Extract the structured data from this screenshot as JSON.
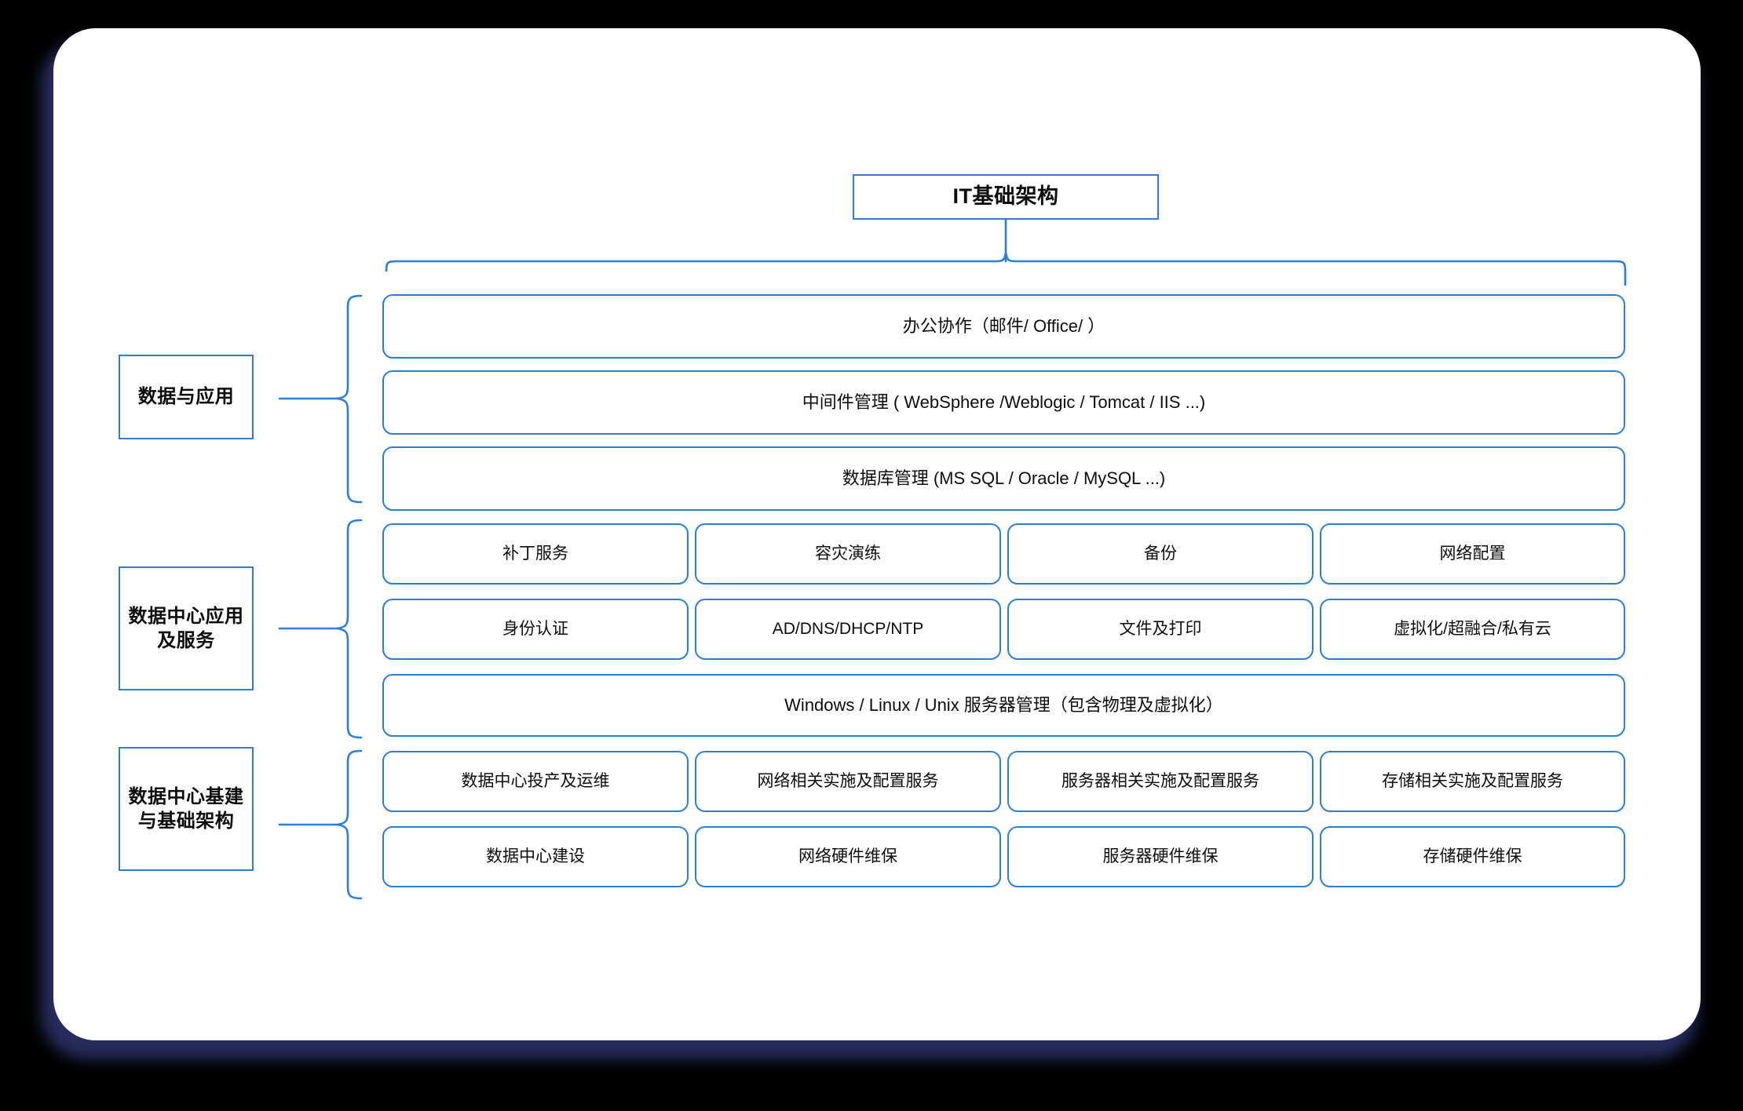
{
  "canvas": {
    "background_color": "#000000",
    "card_color": "#ffffff",
    "shadow_color": "#272b5c",
    "accent_color": "#2e7fd4",
    "text_color": "#0d0d0d"
  },
  "diagram": {
    "type": "hierarchy-bracket-diagram",
    "root": {
      "label": "IT基础架构"
    },
    "groups": [
      {
        "id": "data-and-apps",
        "label": "数据与应用",
        "rows": [
          {
            "layout": "full",
            "items": [
              {
                "label": "办公协作（邮件/ Office/ ）"
              }
            ]
          },
          {
            "layout": "full",
            "items": [
              {
                "label": "中间件管理 ( WebSphere /Weblogic / Tomcat / IIS ...)"
              }
            ]
          },
          {
            "layout": "full",
            "items": [
              {
                "label": "数据库管理 (MS SQL / Oracle / MySQL ...)"
              }
            ]
          }
        ]
      },
      {
        "id": "datacenter-apps-and-services",
        "label": "数据中心应用及服务",
        "rows": [
          {
            "layout": "four-column",
            "items": [
              {
                "label": "补丁服务"
              },
              {
                "label": "容灾演练"
              },
              {
                "label": "备份"
              },
              {
                "label": "网络配置"
              }
            ]
          },
          {
            "layout": "four-column",
            "items": [
              {
                "label": "身份认证"
              },
              {
                "label": "AD/DNS/DHCP/NTP"
              },
              {
                "label": "文件及打印"
              },
              {
                "label": "虚拟化/超融合/私有云"
              }
            ]
          },
          {
            "layout": "full",
            "items": [
              {
                "label": "Windows / Linux / Unix 服务器管理（包含物理及虚拟化）"
              }
            ]
          }
        ]
      },
      {
        "id": "datacenter-infra-and-architecture",
        "label": "数据中心基建与基础架构",
        "rows": [
          {
            "layout": "four-column",
            "items": [
              {
                "label": "数据中心投产及运维"
              },
              {
                "label": "网络相关实施及配置服务"
              },
              {
                "label": "服务器相关实施及配置服务"
              },
              {
                "label": "存储相关实施及配置服务"
              }
            ]
          },
          {
            "layout": "four-column",
            "items": [
              {
                "label": "数据中心建设"
              },
              {
                "label": "网络硬件维保"
              },
              {
                "label": "服务器硬件维保"
              },
              {
                "label": "存储硬件维保"
              }
            ]
          }
        ]
      }
    ]
  }
}
